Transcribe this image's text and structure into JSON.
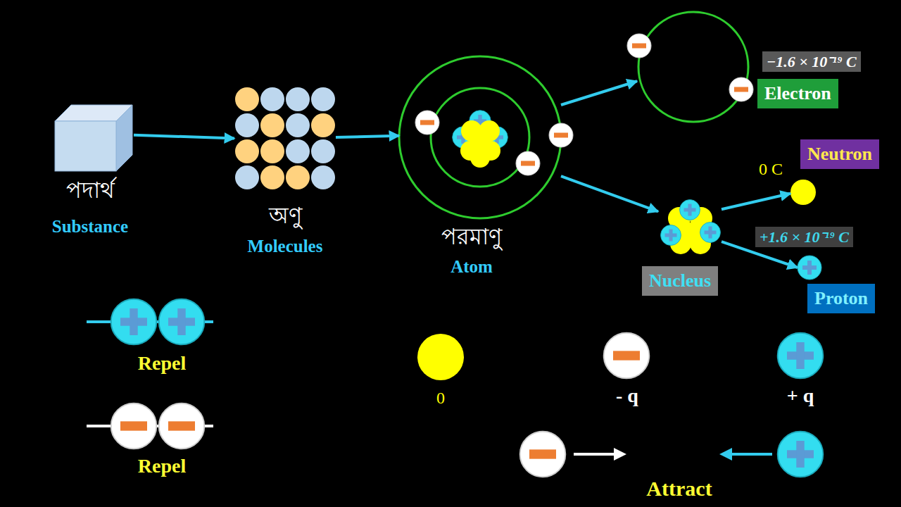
{
  "diagram": {
    "nodes": [
      {
        "text": [
          "পদার্থ",
          "Substance"
        ]
      },
      {
        "text": [
          "অণু",
          "Molecules"
        ]
      },
      {
        "text": [
          "পরমাণু",
          "Atom"
        ]
      },
      {
        "text": [
          "−1.6 × 10⁻¹⁹ C",
          "Electron"
        ]
      },
      {
        "text": [
          "Nucleus"
        ]
      },
      {
        "text": [
          "0 C",
          "Neutron"
        ]
      },
      {
        "text": [
          "+1.6 × 10⁻¹⁹ C",
          "Proton"
        ]
      },
      {
        "text": [
          "Repel"
        ]
      },
      {
        "text": [
          "Repel"
        ]
      },
      {
        "text": [
          "0"
        ]
      },
      {
        "text": [
          "- q"
        ]
      },
      {
        "text": [
          "+ q"
        ]
      }
    ],
    "edges": [
      {
        "from": 0,
        "to": 1,
        "arrow": "to"
      },
      {
        "from": 1,
        "to": 2,
        "arrow": "to"
      },
      {
        "from": 2,
        "to": 3,
        "arrow": "to"
      },
      {
        "from": 2,
        "to": 4,
        "arrow": "to"
      },
      {
        "from": 4,
        "to": 5,
        "arrow": "to"
      },
      {
        "from": 4,
        "to": 6,
        "arrow": "to"
      }
    ],
    "labels": [
      "Attract"
    ]
  }
}
